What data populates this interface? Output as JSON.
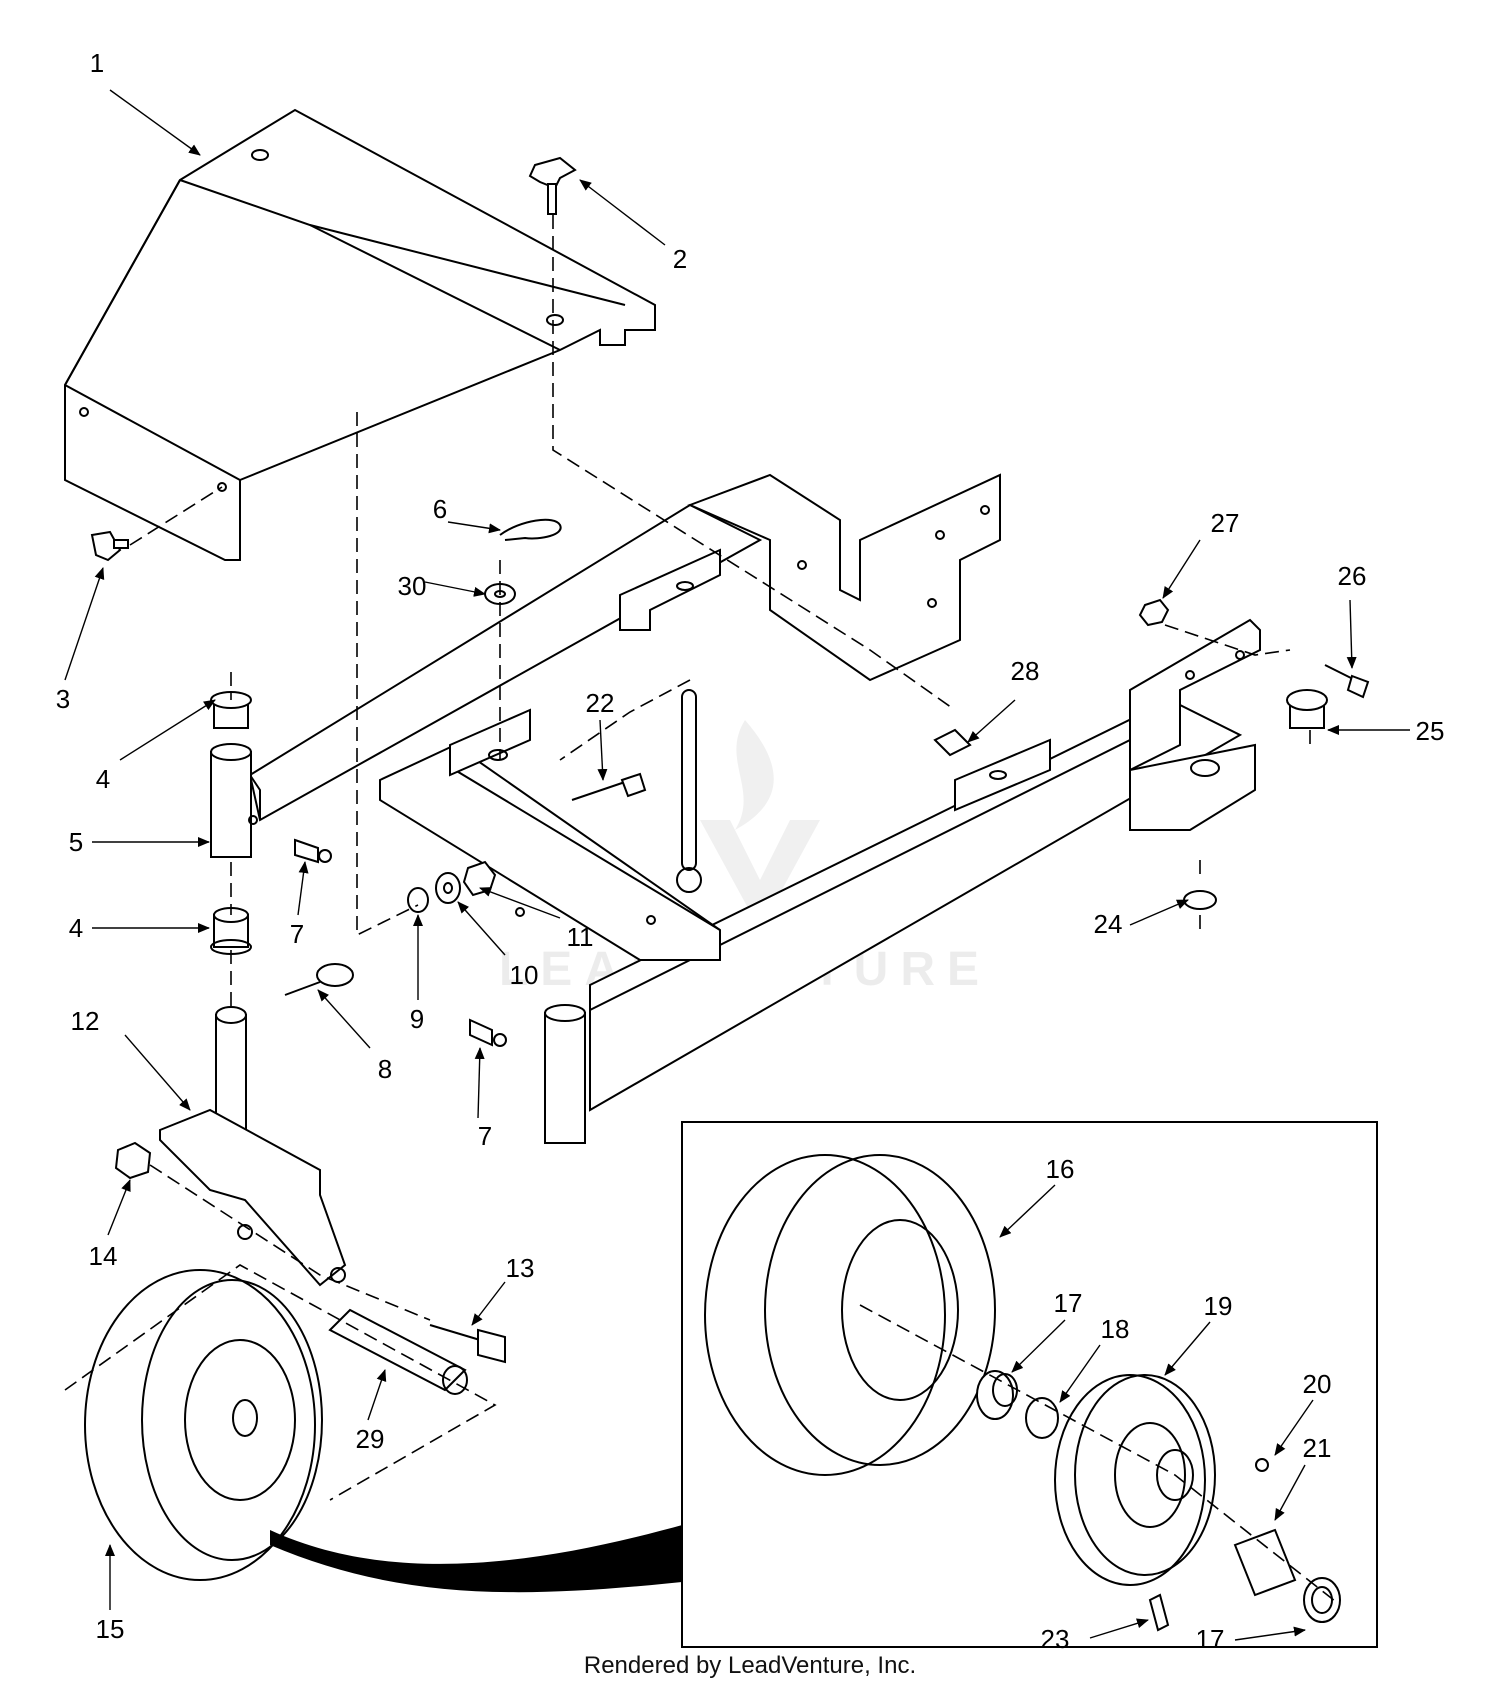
{
  "footer_text": "Rendered by LeadVenture, Inc.",
  "watermark_text": "LEADVENTURE",
  "callouts": [
    {
      "id": "c1",
      "text": "1"
    },
    {
      "id": "c2",
      "text": "2"
    },
    {
      "id": "c3",
      "text": "3"
    },
    {
      "id": "c4a",
      "text": "4"
    },
    {
      "id": "c4b",
      "text": "4"
    },
    {
      "id": "c5",
      "text": "5"
    },
    {
      "id": "c6",
      "text": "6"
    },
    {
      "id": "c7a",
      "text": "7"
    },
    {
      "id": "c7b",
      "text": "7"
    },
    {
      "id": "c8",
      "text": "8"
    },
    {
      "id": "c9",
      "text": "9"
    },
    {
      "id": "c10",
      "text": "10"
    },
    {
      "id": "c11",
      "text": "11"
    },
    {
      "id": "c12",
      "text": "12"
    },
    {
      "id": "c13",
      "text": "13"
    },
    {
      "id": "c14",
      "text": "14"
    },
    {
      "id": "c15",
      "text": "15"
    },
    {
      "id": "c16",
      "text": "16"
    },
    {
      "id": "c17a",
      "text": "17"
    },
    {
      "id": "c17b",
      "text": "17"
    },
    {
      "id": "c18",
      "text": "18"
    },
    {
      "id": "c19",
      "text": "19"
    },
    {
      "id": "c20",
      "text": "20"
    },
    {
      "id": "c21",
      "text": "21"
    },
    {
      "id": "c22",
      "text": "22"
    },
    {
      "id": "c23",
      "text": "23"
    },
    {
      "id": "c24",
      "text": "24"
    },
    {
      "id": "c25",
      "text": "25"
    },
    {
      "id": "c26",
      "text": "26"
    },
    {
      "id": "c27",
      "text": "27"
    },
    {
      "id": "c28",
      "text": "28"
    },
    {
      "id": "c29",
      "text": "29"
    },
    {
      "id": "c30",
      "text": "30"
    }
  ]
}
